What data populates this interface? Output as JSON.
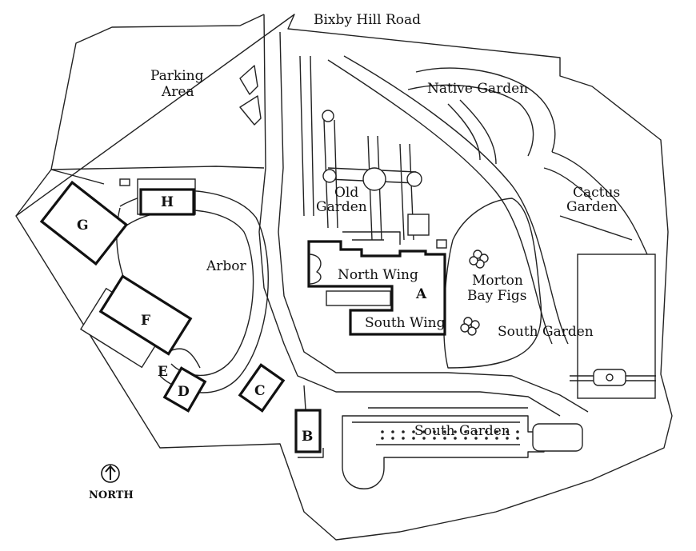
{
  "labels": {
    "road": "Bixby Hill Road",
    "parking_line1": "Parking",
    "parking_line2": "Area",
    "native_garden": "Native Garden",
    "cactus_line1": "Cactus",
    "cactus_line2": "Garden",
    "old_line1": "Old",
    "old_line2": "Garden",
    "arbor": "Arbor",
    "north_wing": "North Wing",
    "south_wing": "South Wing",
    "morton_line1": "Morton",
    "morton_line2": "Bay Figs",
    "south_garden_east": "South Garden",
    "south_garden_bottom": "South Garden",
    "north": "NORTH"
  },
  "buildings": {
    "a": "A",
    "b": "B",
    "c": "C",
    "d": "D",
    "e": "E",
    "f": "F",
    "g": "G",
    "h": "H"
  },
  "icons": {
    "north_arrow": "up-arrow-in-circle",
    "trees": "tree-canopy"
  }
}
